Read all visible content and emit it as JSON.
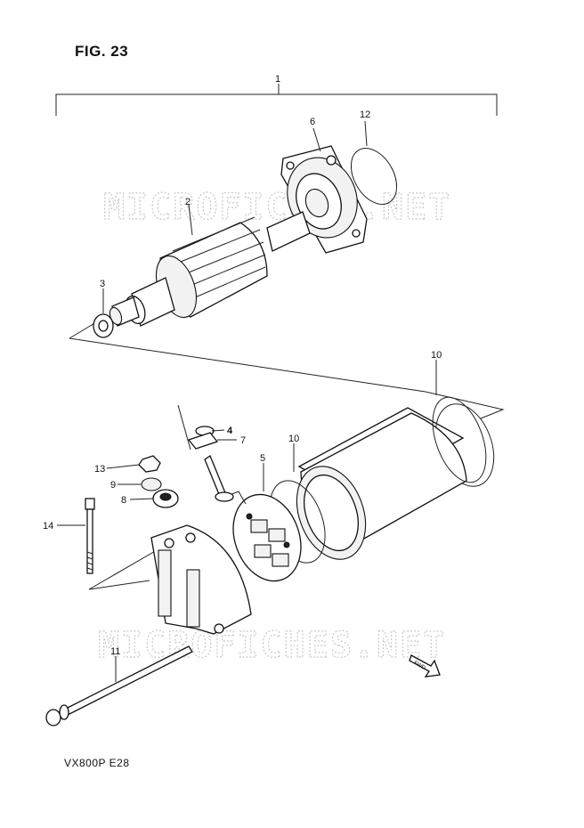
{
  "figure": {
    "title": "FIG. 23",
    "model": "VX800P  E28"
  },
  "watermark": {
    "text_top": "MICROFICHES.NET",
    "text_bottom": "MICROFICHES.NET"
  },
  "fwd_label": "FWD",
  "callouts": {
    "c1": "1",
    "c2": "2",
    "c3": "3",
    "c4": "4",
    "c5": "5",
    "c6": "6",
    "c7": "7",
    "c8": "8",
    "c9": "9",
    "c10a": "10",
    "c10b": "10",
    "c11": "11",
    "c12": "12",
    "c13": "13",
    "c14": "14"
  }
}
